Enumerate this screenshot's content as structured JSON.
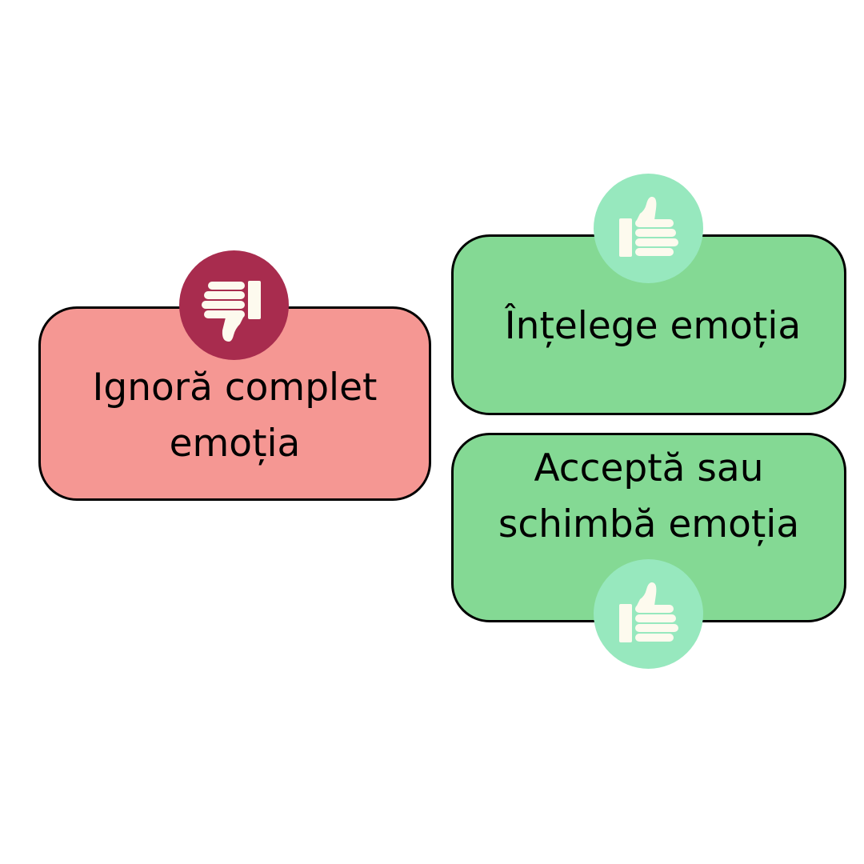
{
  "colors": {
    "negative_card": "#f59793",
    "negative_badge": "#a82c4e",
    "positive_card": "#84d994",
    "positive_badge": "#97e8be",
    "icon": "#fdfaee",
    "outline": "#000000"
  },
  "cards": {
    "ignore": {
      "label": "Ignoră complet\nemoția",
      "icon": "thumbs-down-icon"
    },
    "understand": {
      "label": "Înțelege emoția",
      "icon": "thumbs-up-icon"
    },
    "accept": {
      "label": "Acceptă sau\nschimbă emoția",
      "icon": "thumbs-up-icon"
    }
  }
}
